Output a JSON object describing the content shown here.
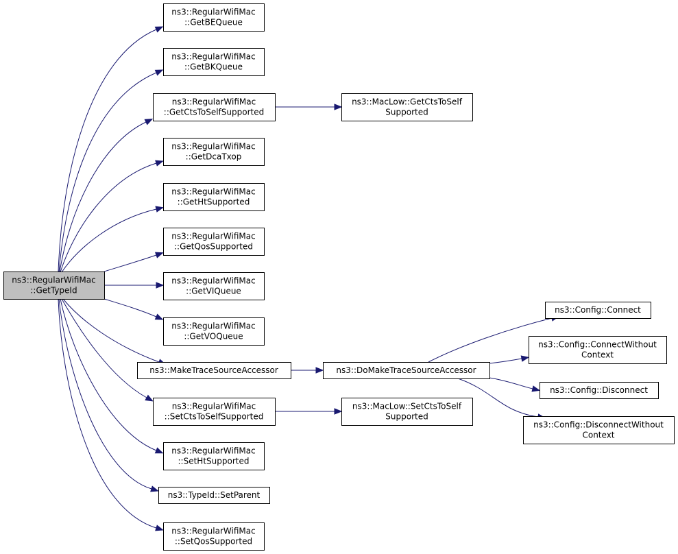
{
  "diagram": {
    "nodes": [
      {
        "id": "root",
        "lines": [
          "ns3::RegularWifiMac",
          "::GetTypeId"
        ],
        "root": true
      },
      {
        "id": "getbe",
        "lines": [
          "ns3::RegularWifiMac",
          "::GetBEQueue"
        ]
      },
      {
        "id": "getbk",
        "lines": [
          "ns3::RegularWifiMac",
          "::GetBKQueue"
        ]
      },
      {
        "id": "getcts",
        "lines": [
          "ns3::RegularWifiMac",
          "::GetCtsToSelfSupported"
        ]
      },
      {
        "id": "maclowget",
        "lines": [
          "ns3::MacLow::GetCtsToSelf",
          "Supported"
        ]
      },
      {
        "id": "getdca",
        "lines": [
          "ns3::RegularWifiMac",
          "::GetDcaTxop"
        ]
      },
      {
        "id": "getht",
        "lines": [
          "ns3::RegularWifiMac",
          "::GetHtSupported"
        ]
      },
      {
        "id": "getqos",
        "lines": [
          "ns3::RegularWifiMac",
          "::GetQosSupported"
        ]
      },
      {
        "id": "getvi",
        "lines": [
          "ns3::RegularWifiMac",
          "::GetVIQueue"
        ]
      },
      {
        "id": "getvo",
        "lines": [
          "ns3::RegularWifiMac",
          "::GetVOQueue"
        ]
      },
      {
        "id": "maketrace",
        "lines": [
          "ns3::MakeTraceSourceAccessor"
        ]
      },
      {
        "id": "domaketrace",
        "lines": [
          "ns3::DoMakeTraceSourceAccessor"
        ]
      },
      {
        "id": "cfgconnect",
        "lines": [
          "ns3::Config::Connect"
        ]
      },
      {
        "id": "cfgconnectwc",
        "lines": [
          "ns3::Config::ConnectWithout",
          "Context"
        ]
      },
      {
        "id": "cfgdisconnect",
        "lines": [
          "ns3::Config::Disconnect"
        ]
      },
      {
        "id": "cfgdisconnectwc",
        "lines": [
          "ns3::Config::DisconnectWithout",
          "Context"
        ]
      },
      {
        "id": "setcts",
        "lines": [
          "ns3::RegularWifiMac",
          "::SetCtsToSelfSupported"
        ]
      },
      {
        "id": "maclowset",
        "lines": [
          "ns3::MacLow::SetCtsToSelf",
          "Supported"
        ]
      },
      {
        "id": "setht",
        "lines": [
          "ns3::RegularWifiMac",
          "::SetHtSupported"
        ]
      },
      {
        "id": "setparent",
        "lines": [
          "ns3::TypeId::SetParent"
        ]
      },
      {
        "id": "setqos",
        "lines": [
          "ns3::RegularWifiMac",
          "::SetQosSupported"
        ]
      }
    ],
    "edges": [
      {
        "from": "root",
        "to": "getbe"
      },
      {
        "from": "root",
        "to": "getbk"
      },
      {
        "from": "root",
        "to": "getcts"
      },
      {
        "from": "root",
        "to": "getdca"
      },
      {
        "from": "root",
        "to": "getht"
      },
      {
        "from": "root",
        "to": "getqos"
      },
      {
        "from": "root",
        "to": "getvi"
      },
      {
        "from": "root",
        "to": "getvo"
      },
      {
        "from": "root",
        "to": "maketrace"
      },
      {
        "from": "root",
        "to": "setcts"
      },
      {
        "from": "root",
        "to": "setht"
      },
      {
        "from": "root",
        "to": "setparent"
      },
      {
        "from": "root",
        "to": "setqos"
      },
      {
        "from": "getcts",
        "to": "maclowget"
      },
      {
        "from": "maketrace",
        "to": "domaketrace"
      },
      {
        "from": "setcts",
        "to": "maclowset"
      },
      {
        "from": "domaketrace",
        "to": "cfgconnect"
      },
      {
        "from": "domaketrace",
        "to": "cfgconnectwc"
      },
      {
        "from": "domaketrace",
        "to": "cfgdisconnect"
      },
      {
        "from": "domaketrace",
        "to": "cfgdisconnectwc"
      }
    ],
    "colors": {
      "edge": "#191970",
      "root_fill": "#bfbfbf",
      "node_fill": "#ffffff",
      "border": "#000000"
    }
  }
}
